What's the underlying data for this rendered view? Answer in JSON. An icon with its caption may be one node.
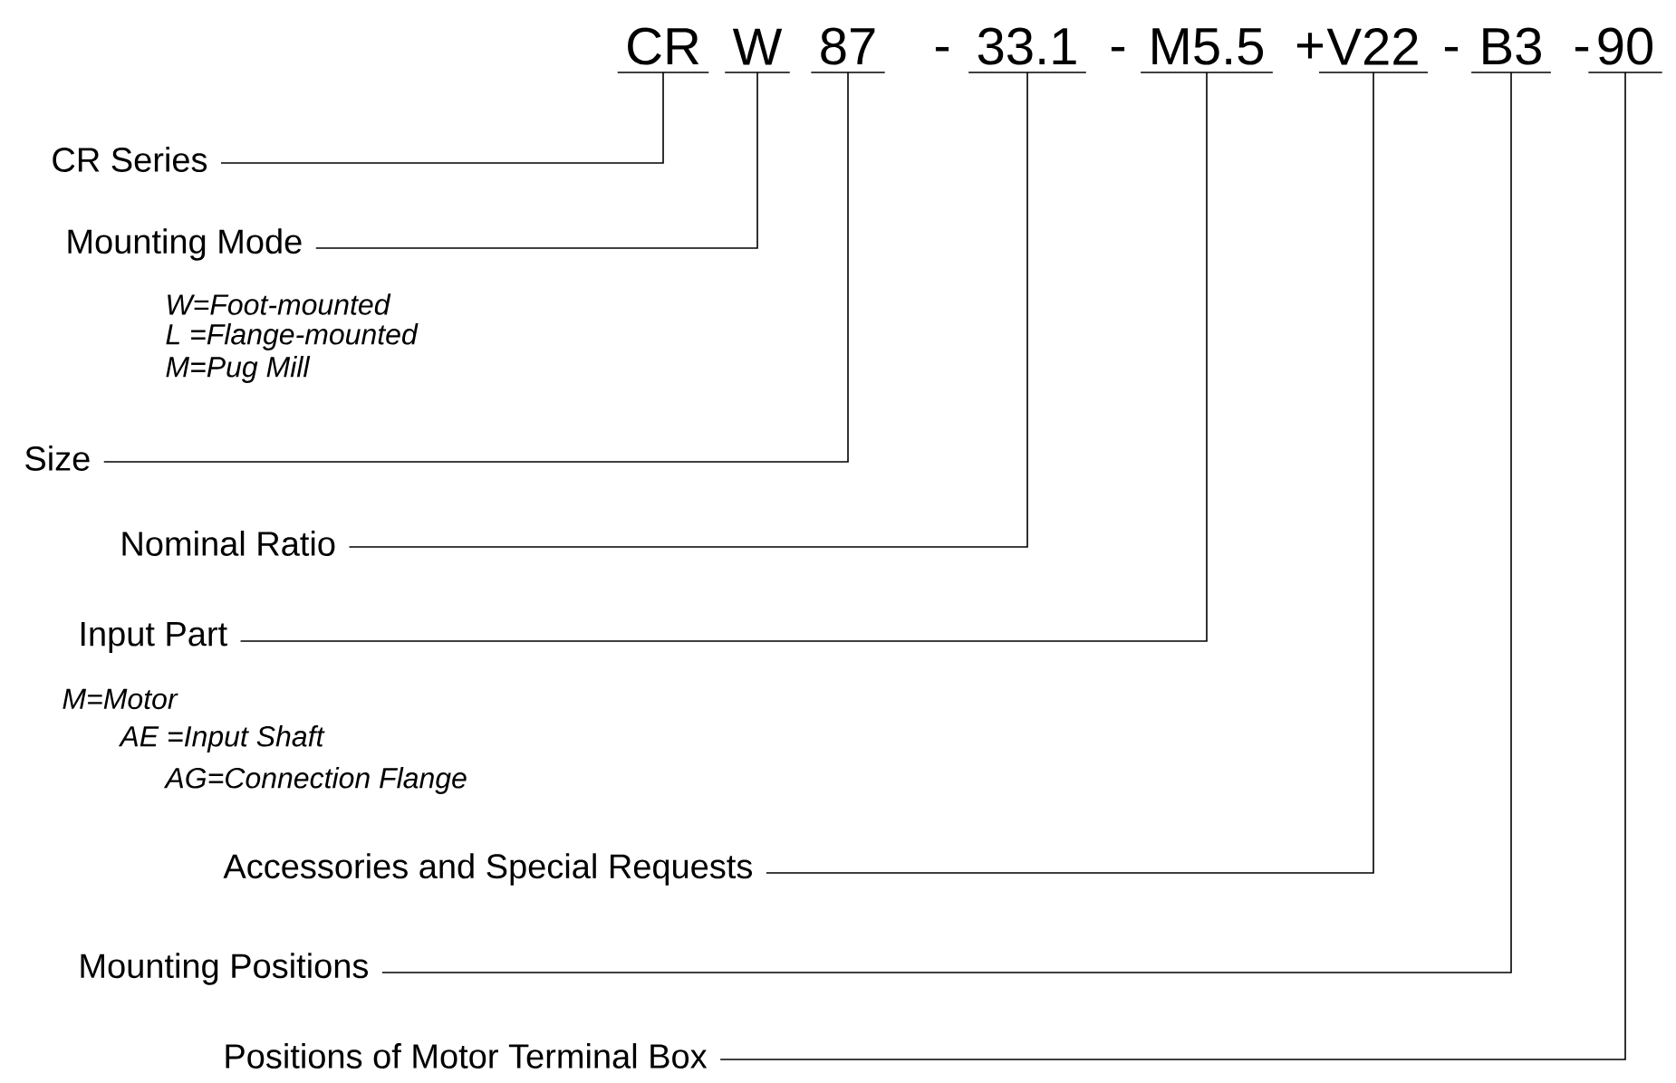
{
  "diagram": {
    "nodes": [
      {
        "text": [
          "CR"
        ]
      },
      {
        "text": [
          "W"
        ]
      },
      {
        "text": [
          "87"
        ]
      },
      {
        "text": [
          "33.1"
        ]
      },
      {
        "text": [
          "M5.5"
        ]
      },
      {
        "text": [
          "V22"
        ]
      },
      {
        "text": [
          "B3"
        ]
      },
      {
        "text": [
          "90"
        ]
      },
      {
        "text": [
          "CR Series"
        ]
      },
      {
        "text": [
          "Mounting Mode"
        ],
        "beside": [
          "W=Foot-mounted",
          "L =Flange-mounted",
          "M=Pug Mill"
        ]
      },
      {
        "text": [
          "Size"
        ]
      },
      {
        "text": [
          "Nominal Ratio"
        ]
      },
      {
        "text": [
          "Input Part"
        ],
        "beside": [
          "M=Motor",
          "AE =Input Shaft",
          "AG=Connection Flange"
        ]
      },
      {
        "text": [
          "Accessories and Special Requests"
        ]
      },
      {
        "text": [
          "Mounting Positions"
        ]
      },
      {
        "text": [
          "Positions of Motor Terminal Box"
        ]
      }
    ],
    "edges": [
      {
        "from": 8,
        "to": 0,
        "arrow": "none"
      },
      {
        "from": 9,
        "to": 1,
        "arrow": "none"
      },
      {
        "from": 10,
        "to": 2,
        "arrow": "none"
      },
      {
        "from": 11,
        "to": 3,
        "arrow": "none"
      },
      {
        "from": 12,
        "to": 4,
        "arrow": "none"
      },
      {
        "from": 13,
        "to": 5,
        "arrow": "none"
      },
      {
        "from": 14,
        "to": 6,
        "arrow": "none"
      },
      {
        "from": 15,
        "to": 7,
        "arrow": "none"
      }
    ],
    "labels": [
      "-",
      "-",
      "+",
      "-",
      "-"
    ]
  }
}
